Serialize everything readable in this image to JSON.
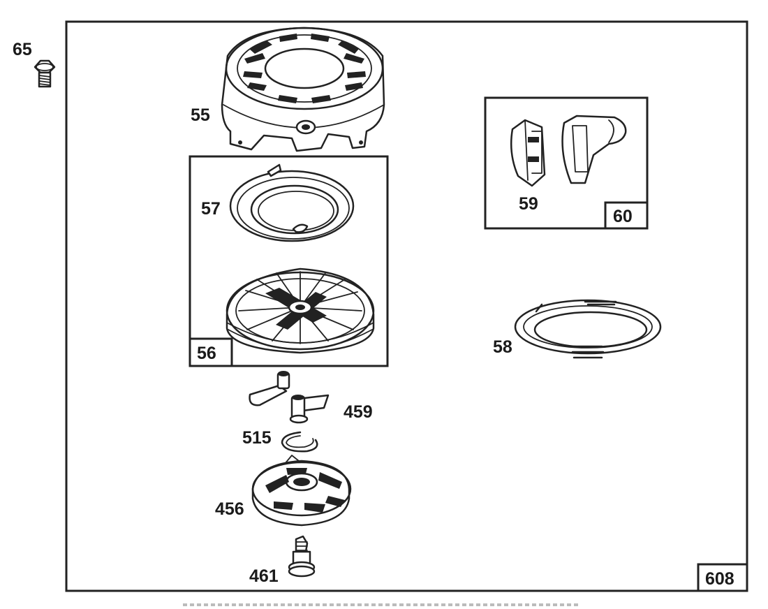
{
  "diagram": {
    "labels": {
      "p65": "65",
      "p55": "55",
      "p57": "57",
      "p56": "56",
      "p59": "59",
      "p60": "60",
      "p58": "58",
      "p459": "459",
      "p515": "515",
      "p456": "456",
      "p461": "461",
      "p608": "608"
    }
  }
}
